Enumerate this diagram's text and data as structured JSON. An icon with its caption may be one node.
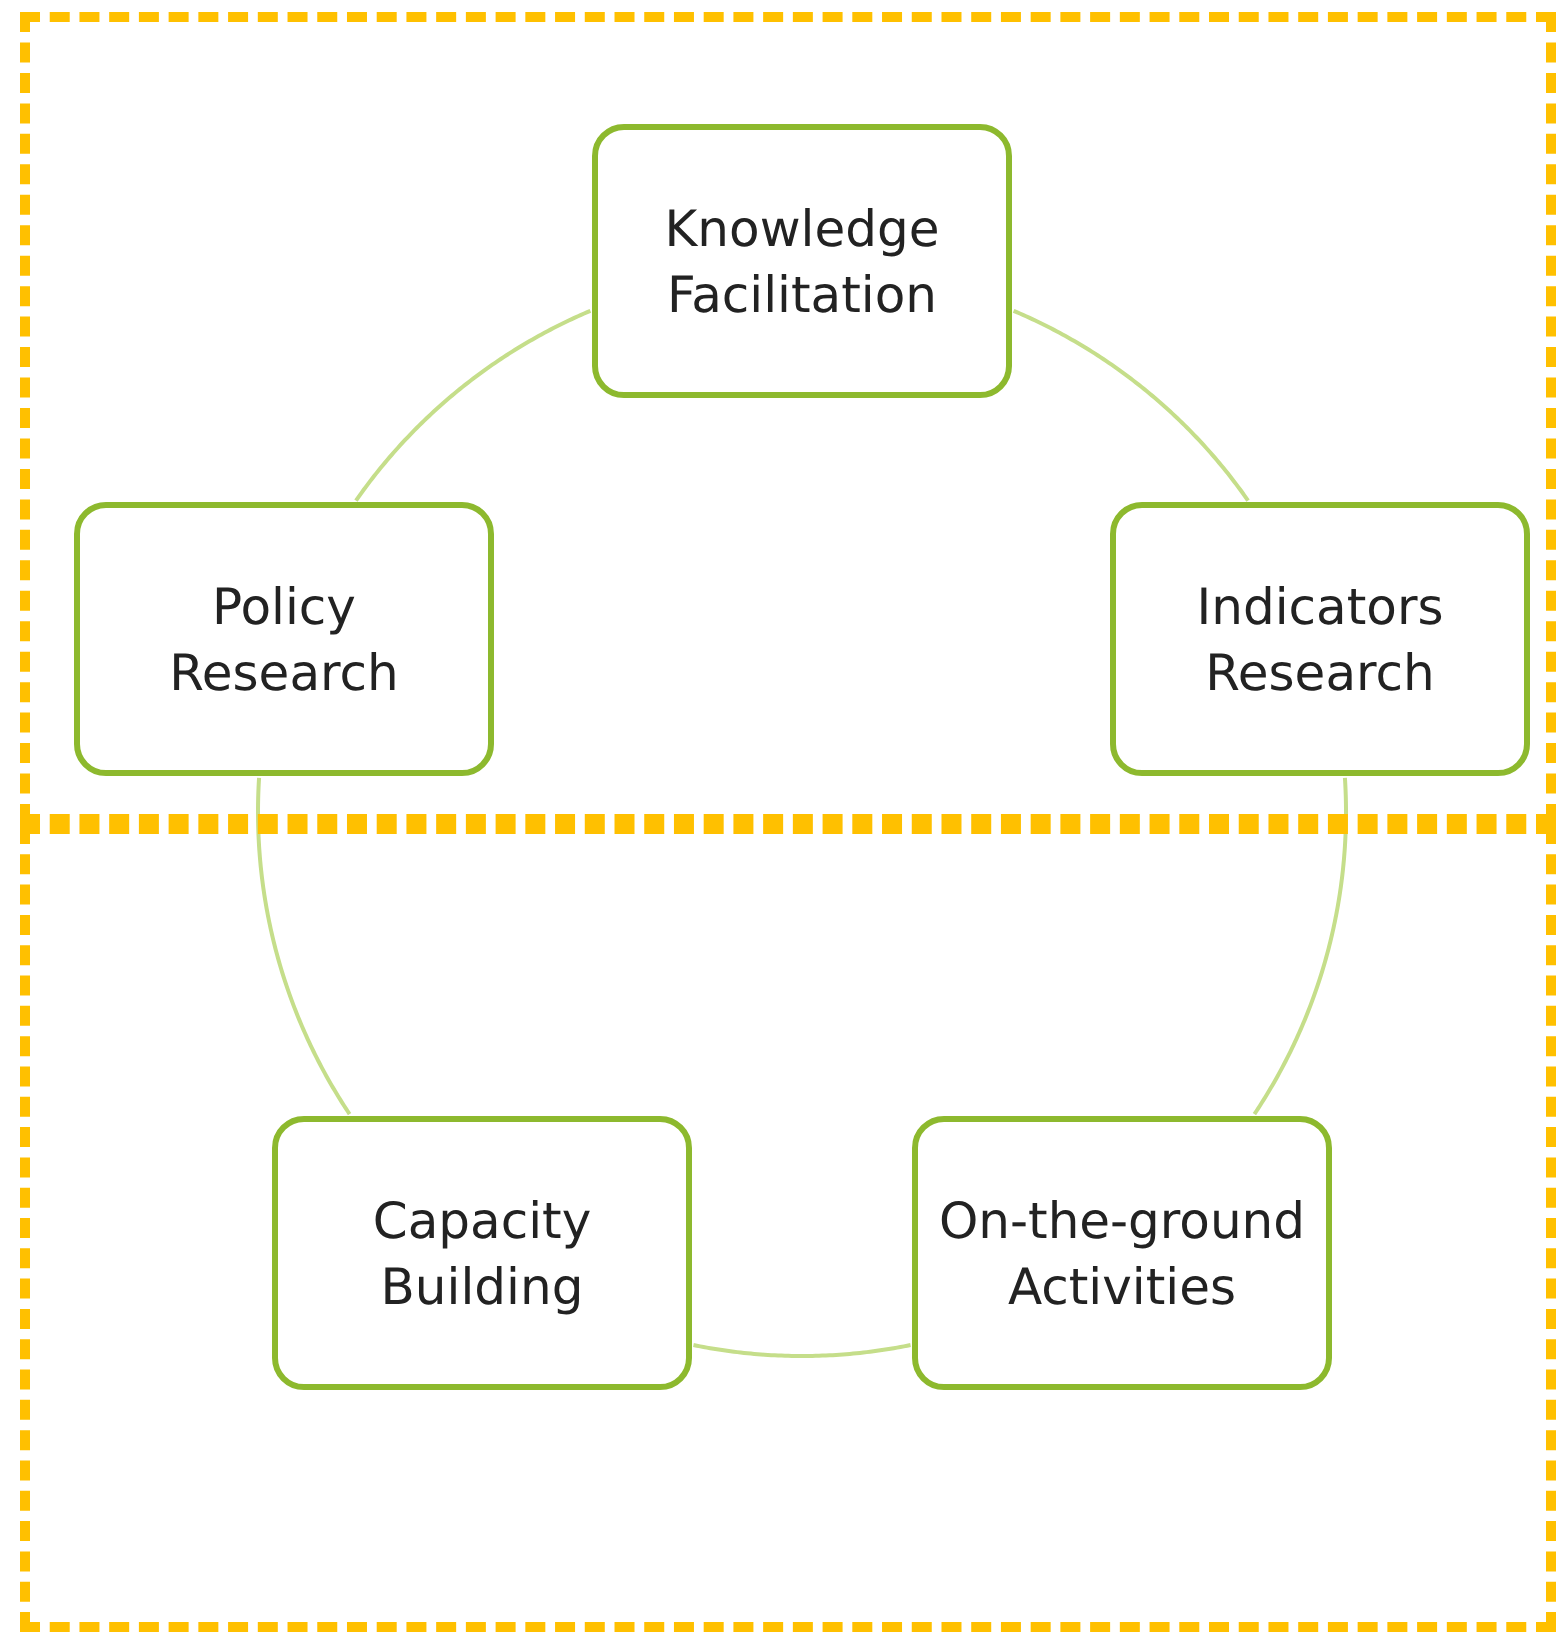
{
  "diagram": {
    "nodes": [
      {
        "text": [],
        "shape": "box"
      },
      {
        "text": [
          "Knowledge Facilitation"
        ],
        "in": 0
      },
      {
        "text": [
          "Policy Research"
        ],
        "in": 0
      },
      {
        "text": [
          "Indicators Research"
        ],
        "in": 0
      },
      {
        "text": [],
        "shape": "box"
      },
      {
        "text": [
          "Capacity Building"
        ],
        "in": 4
      },
      {
        "text": [
          "On-the-ground Activities"
        ],
        "in": 4
      }
    ],
    "edges": [
      {
        "from": 1,
        "to": 3,
        "arrow": "none"
      },
      {
        "from": 3,
        "to": 6,
        "arrow": "none"
      },
      {
        "from": 6,
        "to": 5,
        "arrow": "none"
      },
      {
        "from": 5,
        "to": 2,
        "arrow": "none"
      },
      {
        "from": 2,
        "to": 1,
        "arrow": "none"
      }
    ]
  }
}
